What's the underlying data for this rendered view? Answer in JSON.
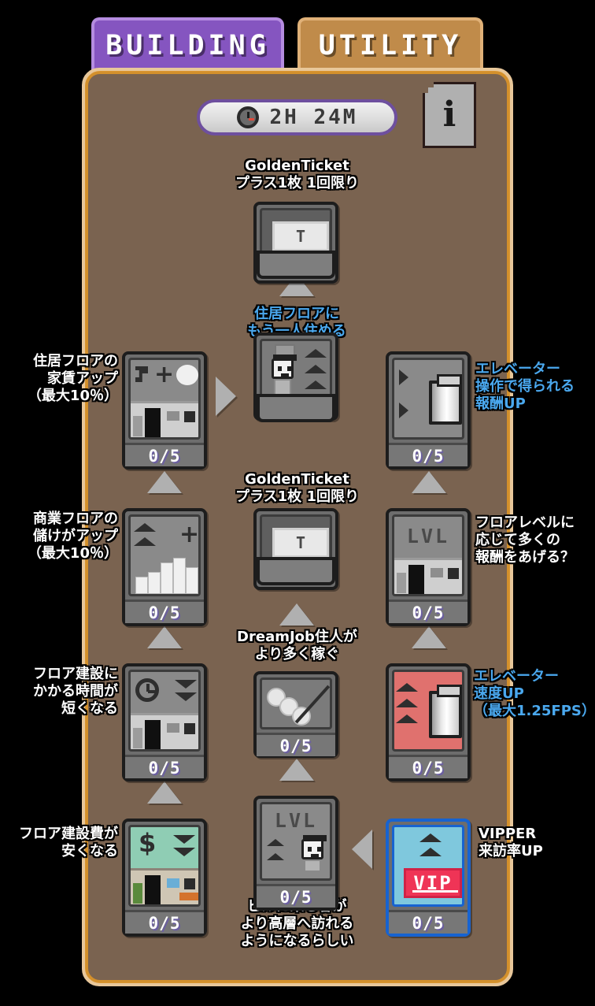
{
  "tabs": [
    {
      "id": "building",
      "label": "BUILDING",
      "active": true,
      "color": "#8555c0"
    },
    {
      "id": "utility",
      "label": "UTILITY",
      "active": false,
      "color": "#c08b4a"
    }
  ],
  "header": {
    "timer_value": "2H 24M",
    "timer_icon": "clock-icon",
    "info_icon": "i"
  },
  "panel": {
    "bg_color": "#7a6350",
    "border_color": "#e8c79a",
    "accent_color": "#d8922a"
  },
  "counter_default": "0/5",
  "nodes": [
    {
      "id": "golden-ticket-top",
      "column": "center",
      "label": "GoldenTicket\nプラス1枚 1回限り",
      "label_color": "white",
      "label_position": "above",
      "icon": "golden-ticket-icon",
      "counter": null,
      "card_color": "gray"
    },
    {
      "id": "residential-extra-tenant",
      "column": "center",
      "label": "住居フロアに\nもう一人住める",
      "label_color": "blue",
      "label_position": "above",
      "icon": "tenant-elevator-icon",
      "counter": null,
      "card_color": "gray"
    },
    {
      "id": "residential-rent-up",
      "column": "left",
      "label": "住居フロアの\n家賃アップ\n（最大10％）",
      "label_color": "white",
      "label_position": "left",
      "icon": "rent-up-icon",
      "counter": "0/5",
      "card_color": "gray"
    },
    {
      "id": "elevator-operation-reward-up",
      "column": "right",
      "label": "エレベーター\n操作で得られる\n報酬UP",
      "label_color": "blue",
      "label_position": "right",
      "icon": "elevator-reward-icon",
      "counter": "0/5",
      "card_color": "gray"
    },
    {
      "id": "commercial-profit-up",
      "column": "left",
      "label": "商業フロアの\n儲けがアップ\n（最大10％）",
      "label_color": "white",
      "label_position": "left",
      "icon": "profit-up-icon",
      "counter": "0/5",
      "card_color": "gray"
    },
    {
      "id": "golden-ticket-mid",
      "column": "center",
      "label": "GoldenTicket\nプラス1枚 1回限り",
      "label_color": "white",
      "label_position": "above",
      "icon": "golden-ticket-icon",
      "counter": null,
      "card_color": "gray"
    },
    {
      "id": "floor-level-reward-up",
      "column": "right",
      "label": "フロアレベルに\n応じて多くの\n報酬をあげる？",
      "label_color": "white",
      "label_position": "right",
      "icon": "floor-level-icon",
      "counter": "0/5",
      "card_color": "gray"
    },
    {
      "id": "build-time-down",
      "column": "left",
      "label": "フロア建設に\nかかる時間が\n短くなる",
      "label_color": "white",
      "label_position": "left",
      "icon": "build-time-icon",
      "counter": "0/5",
      "card_color": "gray"
    },
    {
      "id": "dreamjob-earn-more",
      "column": "center",
      "label": "DreamJob住人が\nより多く稼ぐ",
      "label_color": "white",
      "label_position": "above",
      "icon": "dreamjob-icon",
      "counter": "0/5",
      "card_color": "gray"
    },
    {
      "id": "elevator-speed-up",
      "column": "right",
      "label": "エレベーター\n速度UP\n（最大1.25FPS）",
      "label_color": "blue",
      "label_position": "right",
      "icon": "elevator-speed-icon",
      "counter": "0/5",
      "card_color": "red"
    },
    {
      "id": "build-cost-down",
      "column": "left",
      "label": "フロア建設費が\n安くなる",
      "label_color": "white",
      "label_position": "left",
      "icon": "build-cost-icon",
      "counter": "0/5",
      "card_color": "green"
    },
    {
      "id": "visitors-higher-floors",
      "column": "center",
      "label": "ビルに来る客が\nより高層へ訪れる\nようになるらしい",
      "label_color": "white",
      "label_position": "below",
      "icon": "visitor-level-icon",
      "counter": "0/5",
      "card_color": "gray"
    },
    {
      "id": "vipper-visit-rate-up",
      "column": "right",
      "label": "VIPPER\n来訪率UP",
      "label_color": "white",
      "label_position": "right",
      "icon": "vip-icon",
      "counter": "0/5",
      "card_color": "blue"
    }
  ],
  "icon_text": {
    "ticket_letter": "T",
    "lvl": "LVL",
    "vip": "VIP",
    "dollar": "$",
    "plus": "+"
  }
}
